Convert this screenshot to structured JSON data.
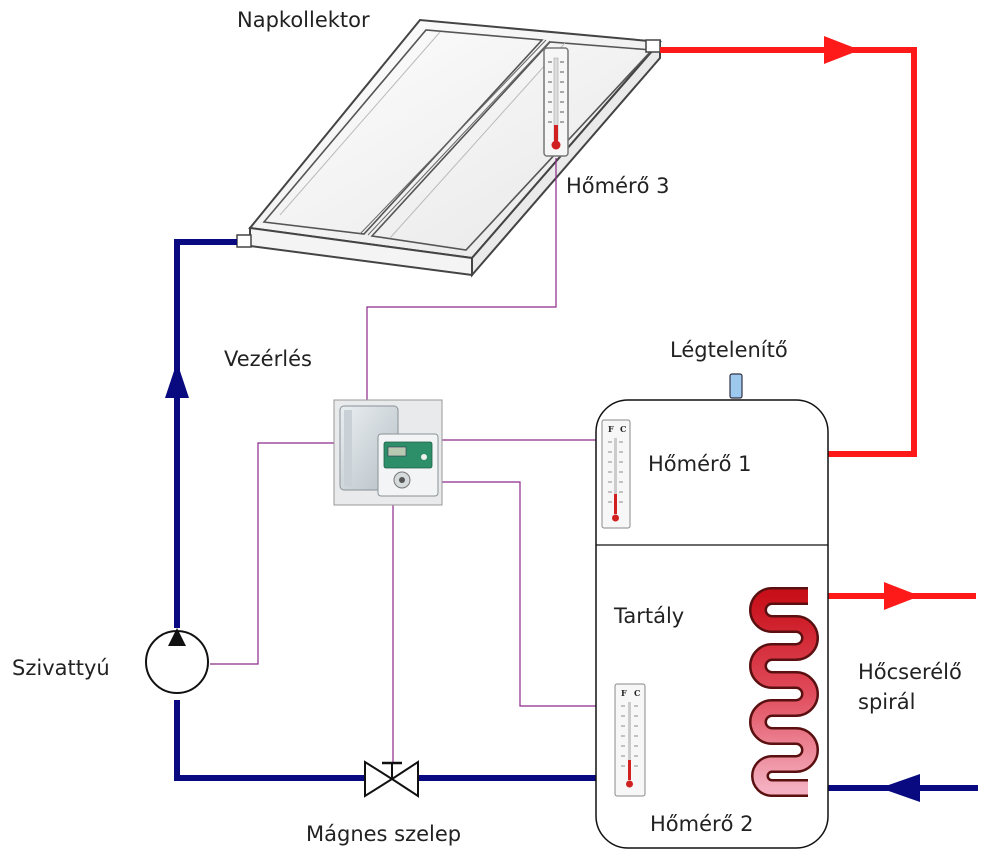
{
  "labels": {
    "collector": "Napkollektor",
    "thermometer3": "Hőmérő 3",
    "control": "Vezérlés",
    "air_vent": "Légtelenítő",
    "thermometer1": "Hőmérő 1",
    "tank": "Tartály",
    "heat_exchanger_line1": "Hőcserélő",
    "heat_exchanger_line2": "spirál",
    "pump": "Szivattyú",
    "thermometer2": "Hőmérő 2",
    "valve": "Mágnes szelep"
  },
  "thermometer_scale": {
    "fahrenheit": "F",
    "celsius": "C"
  },
  "colors": {
    "hot_pipe": "#ff1a1a",
    "cold_pipe": "#0a0a80",
    "control_wire": "#8b2a8b",
    "air_vent": "#9ec9ee"
  }
}
